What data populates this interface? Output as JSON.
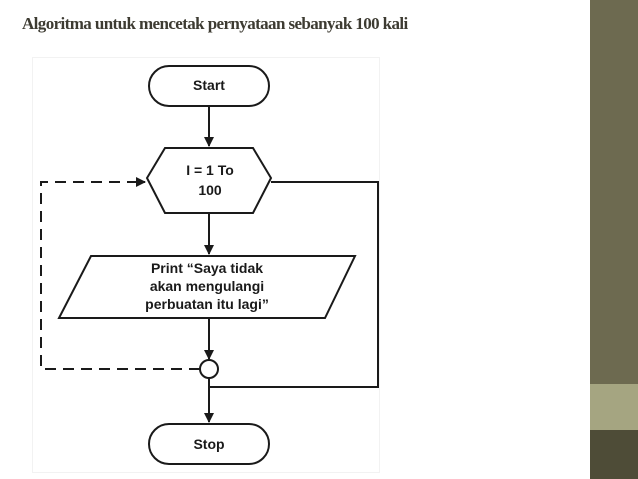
{
  "slide": {
    "title": "Algoritma untuk mencetak pernyataan sebanyak 100 kali"
  },
  "flowchart": {
    "start_label": "Start",
    "loop_label_line1": "I = 1 To",
    "loop_label_line2": "100",
    "print_line1": "Print “Saya tidak",
    "print_line2": "akan mengulangi",
    "print_line3": "perbuatan itu lagi”",
    "stop_label": "Stop"
  },
  "theme": {
    "sidebar_color": "#6d6a50",
    "sidebar_accent": "#a5a581",
    "sidebar_dark": "#4e4c37",
    "title_color": "#3d3b32"
  }
}
